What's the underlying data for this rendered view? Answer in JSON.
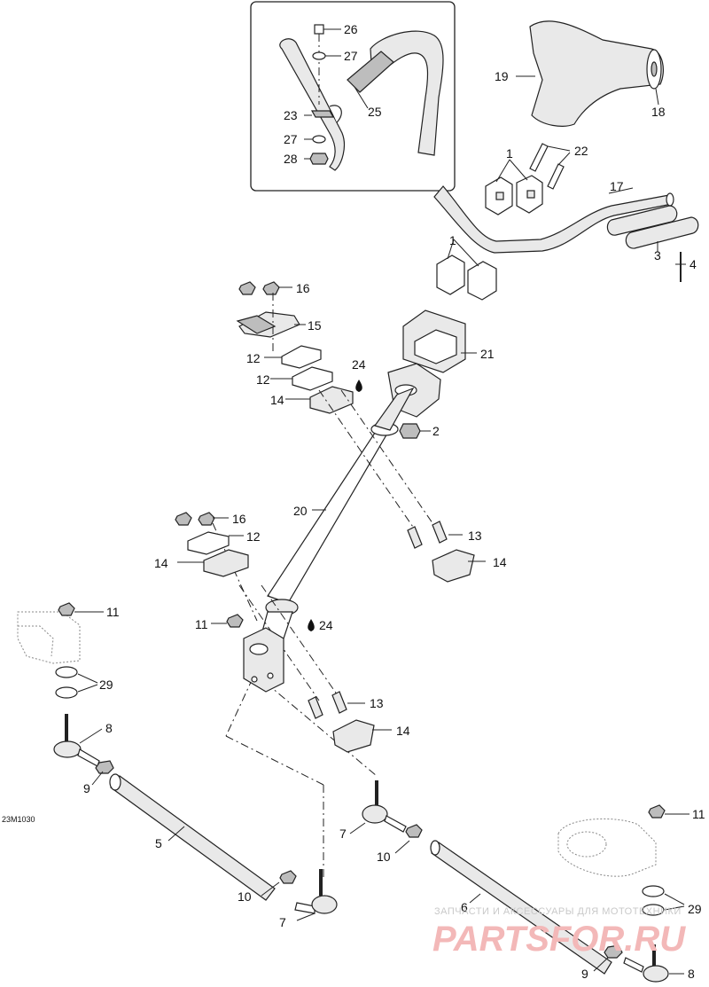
{
  "diagram": {
    "code": "23M1030",
    "callouts": [
      {
        "id": "c26",
        "text": "26"
      },
      {
        "id": "c27a",
        "text": "27"
      },
      {
        "id": "c23",
        "text": "23"
      },
      {
        "id": "c25",
        "text": "25"
      },
      {
        "id": "c27b",
        "text": "27"
      },
      {
        "id": "c28",
        "text": "28"
      },
      {
        "id": "c19",
        "text": "19"
      },
      {
        "id": "c18",
        "text": "18"
      },
      {
        "id": "c1a",
        "text": "1"
      },
      {
        "id": "c22",
        "text": "22"
      },
      {
        "id": "c17",
        "text": "17"
      },
      {
        "id": "c1b",
        "text": "1"
      },
      {
        "id": "c3",
        "text": "3"
      },
      {
        "id": "c4",
        "text": "4"
      },
      {
        "id": "c16a",
        "text": "16"
      },
      {
        "id": "c15",
        "text": "15"
      },
      {
        "id": "c12a",
        "text": "12"
      },
      {
        "id": "c12b",
        "text": "12"
      },
      {
        "id": "c14a",
        "text": "14"
      },
      {
        "id": "c24a",
        "text": "24"
      },
      {
        "id": "c21",
        "text": "21"
      },
      {
        "id": "c2",
        "text": "2"
      },
      {
        "id": "c20",
        "text": "20"
      },
      {
        "id": "c13a",
        "text": "13"
      },
      {
        "id": "c14b",
        "text": "14"
      },
      {
        "id": "c16b",
        "text": "16"
      },
      {
        "id": "c12c",
        "text": "12"
      },
      {
        "id": "c14c",
        "text": "14"
      },
      {
        "id": "c11a",
        "text": "11"
      },
      {
        "id": "c11b",
        "text": "11"
      },
      {
        "id": "c24b",
        "text": "24"
      },
      {
        "id": "c29a",
        "text": "29"
      },
      {
        "id": "c8a",
        "text": "8"
      },
      {
        "id": "c13b",
        "text": "13"
      },
      {
        "id": "c14d",
        "text": "14"
      },
      {
        "id": "c9a",
        "text": "9"
      },
      {
        "id": "c5",
        "text": "5"
      },
      {
        "id": "c7a",
        "text": "7"
      },
      {
        "id": "c10a",
        "text": "10"
      },
      {
        "id": "c10b",
        "text": "10"
      },
      {
        "id": "c7b",
        "text": "7"
      },
      {
        "id": "c6",
        "text": "6"
      },
      {
        "id": "c11c",
        "text": "11"
      },
      {
        "id": "c29b",
        "text": "29"
      },
      {
        "id": "c9b",
        "text": "9"
      },
      {
        "id": "c8b",
        "text": "8"
      }
    ]
  },
  "watermark": {
    "tagline": "ЗАПЧАСТИ И АКСЕССУАРЫ ДЛЯ МОТОТЕХНИКИ",
    "logo": "PARTSFOR.RU"
  },
  "colors": {
    "line": "#222222",
    "shade": "#bdbdbd",
    "watermark_logo": "#f3b8b8",
    "watermark_tagline": "#c9c9c9"
  },
  "icons": [
    "grease-drop-icon"
  ]
}
